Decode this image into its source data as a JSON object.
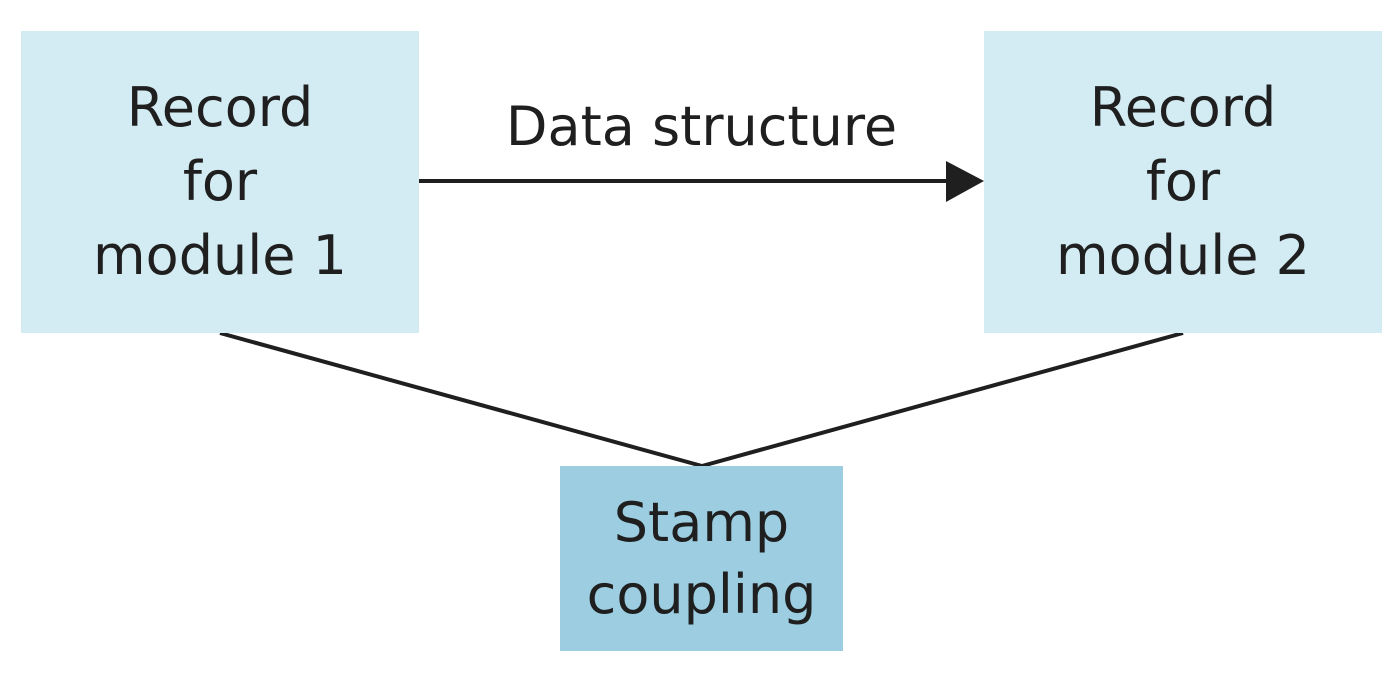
{
  "diagram": {
    "module1": {
      "lines": [
        "Record",
        "for",
        "module 1"
      ]
    },
    "module2": {
      "lines": [
        "Record",
        "for",
        "module 2"
      ]
    },
    "arrow_label": "Data structure",
    "stamp": {
      "lines": [
        "Stamp",
        "coupling"
      ]
    },
    "colors": {
      "box_light": "#d3ebf2",
      "box_dark": "#9ccde0",
      "line": "#1f1f1f"
    }
  }
}
